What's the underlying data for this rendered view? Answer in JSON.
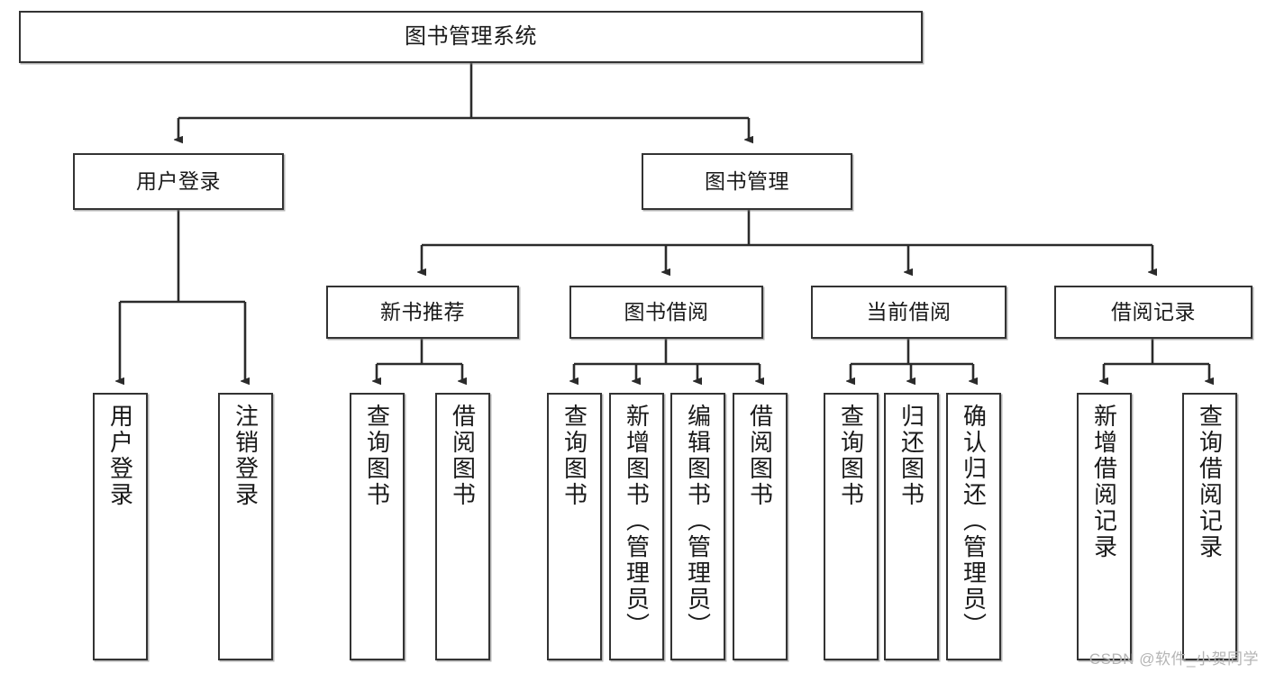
{
  "diagram": {
    "title": "图书管理系统",
    "type": "tree-hierarchy",
    "root": {
      "id": "root",
      "label": "图书管理系统"
    },
    "level2": [
      {
        "id": "user-login",
        "label": "用户登录"
      },
      {
        "id": "book-manage",
        "label": "图书管理"
      }
    ],
    "level3": [
      {
        "id": "new-book-recommend",
        "label": "新书推荐"
      },
      {
        "id": "book-borrow",
        "label": "图书借阅"
      },
      {
        "id": "current-borrow",
        "label": "当前借阅"
      },
      {
        "id": "borrow-record",
        "label": "借阅记录"
      }
    ],
    "leaves": {
      "user_login": [
        {
          "id": "leaf-user-login",
          "label": "用户登录"
        },
        {
          "id": "leaf-logout-login",
          "label": "注销登录"
        }
      ],
      "new_book_recommend": [
        {
          "id": "leaf-query-book-1",
          "label": "查询图书"
        },
        {
          "id": "leaf-borrow-book-1",
          "label": "借阅图书"
        }
      ],
      "book_borrow": [
        {
          "id": "leaf-query-book-2",
          "label": "查询图书"
        },
        {
          "id": "leaf-add-book",
          "label": "新增图书（管理员）"
        },
        {
          "id": "leaf-edit-book",
          "label": "编辑图书（管理员）"
        },
        {
          "id": "leaf-borrow-book-2",
          "label": "借阅图书"
        }
      ],
      "current_borrow": [
        {
          "id": "leaf-query-book-3",
          "label": "查询图书"
        },
        {
          "id": "leaf-return-book",
          "label": "归还图书"
        },
        {
          "id": "leaf-confirm-return",
          "label": "确认归还（管理员）"
        }
      ],
      "borrow_record": [
        {
          "id": "leaf-add-borrow-record",
          "label": "新增借阅记录"
        },
        {
          "id": "leaf-query-borrow-record",
          "label": "查询借阅记录"
        }
      ]
    },
    "watermark": "CSDN @软件_小贺同学",
    "colors": {
      "stroke": "#333333",
      "fill": "#ffffff",
      "text": "#1a1a1a",
      "watermark": "#b4b4b4"
    }
  }
}
